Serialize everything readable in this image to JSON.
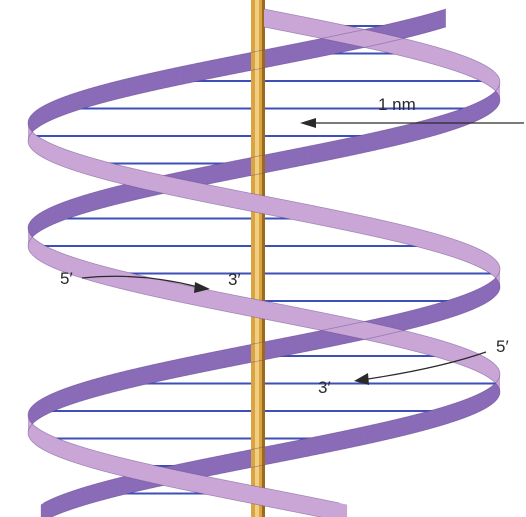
{
  "labels": {
    "scale": "1 nm",
    "strand1_start": "5′",
    "strand1_end": "3′",
    "strand2_start": "5′",
    "strand2_end": "3′"
  },
  "colors": {
    "ribbon_front": "#c9a6d6",
    "ribbon_back": "#8a6bb8",
    "ribbon_edge": "#5e3f86",
    "base_pair": "#3d4fb8",
    "axis": "#d9a441",
    "axis_dark": "#9c6a1c",
    "arrow": "#2a2a2a"
  },
  "icons": {
    "helix": "dna-double-helix-icon",
    "scale_arrow": "left-arrow-icon"
  }
}
